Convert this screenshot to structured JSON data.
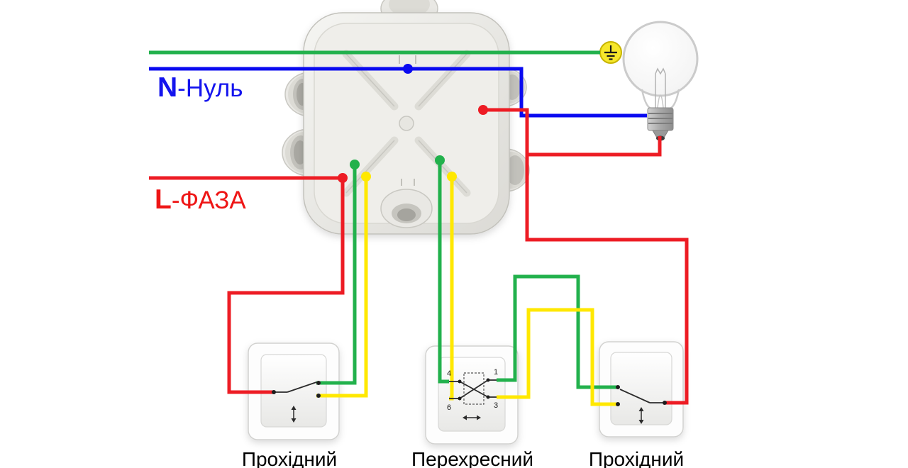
{
  "diagram": {
    "neutral_label": {
      "prefix": "N",
      "text": "-Нуль"
    },
    "phase_label": {
      "prefix": "L",
      "text": "-ФАЗА"
    }
  },
  "switches": [
    {
      "label": "Прохідний"
    },
    {
      "label": "Перехресний",
      "terminals": [
        "4",
        "6",
        "1",
        "3"
      ]
    },
    {
      "label": "Прохідний"
    }
  ],
  "wire_colors": {
    "ground": "#22b14c",
    "neutral": "#0a0af0",
    "phase": "#ed1c24",
    "traveler_green": "#22b14c",
    "traveler_yellow": "#ffe800"
  }
}
